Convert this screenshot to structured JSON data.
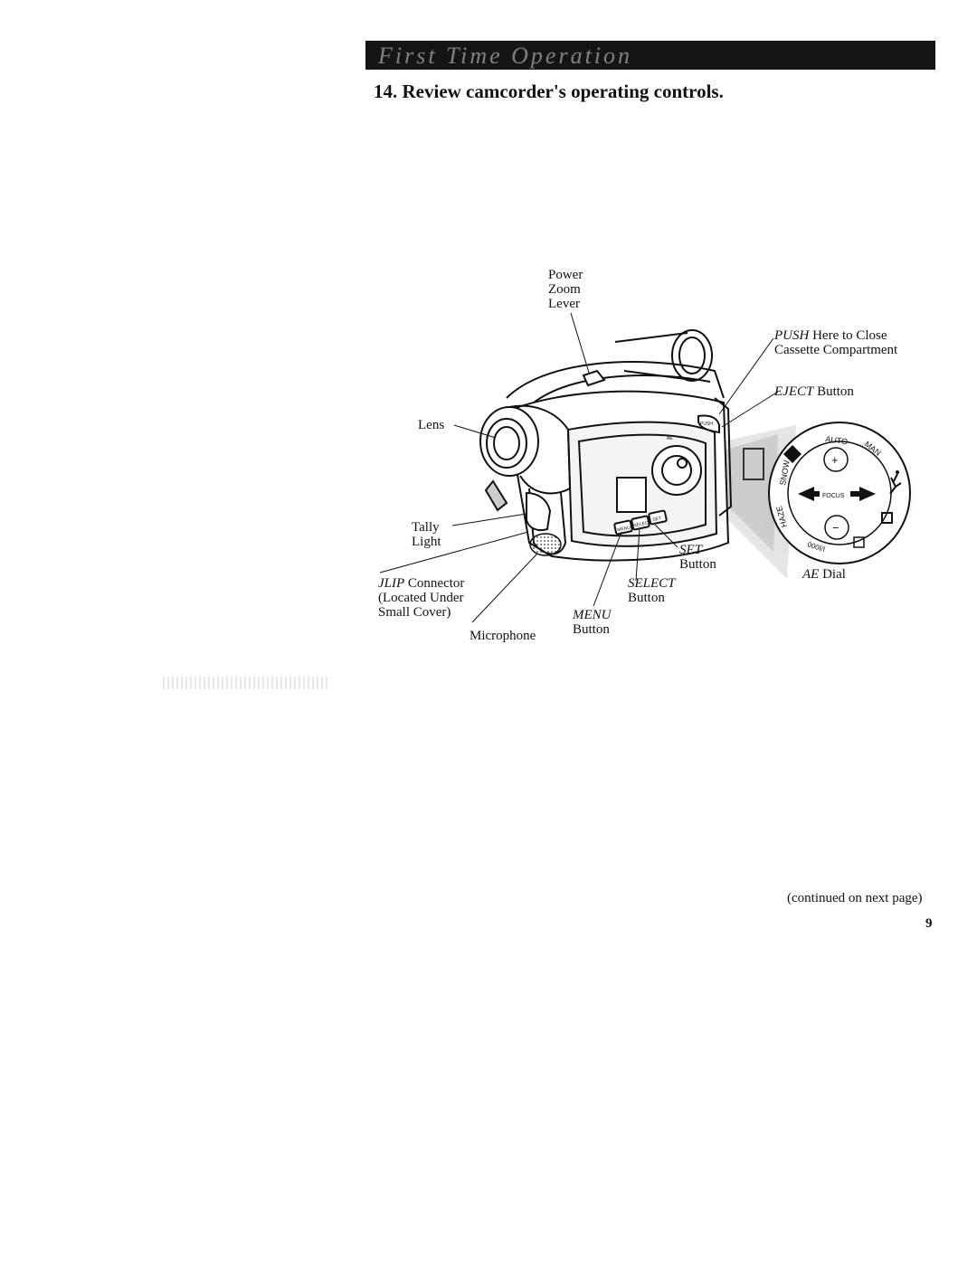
{
  "header": {
    "section_title": "First Time Operation"
  },
  "step": {
    "title": "14. Review camcorder's operating controls."
  },
  "labels": {
    "power": "Power",
    "zoom": "Zoom",
    "lever": "Lever",
    "push_italic": "PUSH",
    "push_rest": " Here to Close",
    "cassette": "Cassette Compartment",
    "eject_italic": "EJECT",
    "eject_rest": " Button",
    "lens": "Lens",
    "tally": "Tally",
    "light": "Light",
    "jlip_italic": "JLIP",
    "jlip_rest": " Connector",
    "located_under": "(Located Under",
    "small_cover": "Small Cover)",
    "microphone": "Microphone",
    "menu_italic": "MENU",
    "menu_button": "Button",
    "select_italic": "SELECT",
    "select_button": "Button",
    "set_italic": "SET",
    "set_button": "Button",
    "ae_italic": "AE",
    "ae_rest": " Dial"
  },
  "dial": {
    "auto": "AUTO",
    "man": "MAN",
    "snow": "SNOW",
    "haze": "HAZE",
    "focus": "FOCUS",
    "plus": "+",
    "minus": "−",
    "shutter": "000I/I"
  },
  "camera_buttons": {
    "menu": "MENU",
    "select": "SELECT",
    "set": "SET",
    "push": "PUSH",
    "ae": "AE"
  },
  "footer": {
    "continued": "(continued on next page)",
    "page_number": "9"
  }
}
